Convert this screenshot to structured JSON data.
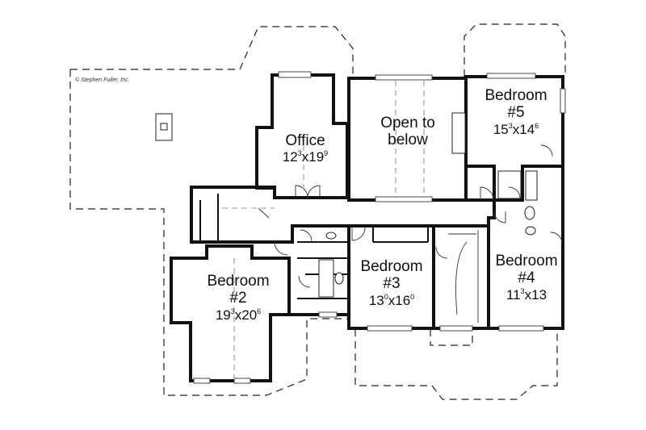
{
  "copyright": "© Stephen Fuller, Inc.",
  "rooms": {
    "office": {
      "name": "Office",
      "dim_w": "12",
      "dim_w_sup": "3",
      "dim_sep": "x",
      "dim_l": "19",
      "dim_l_sup": "9"
    },
    "open_to_below": {
      "line1": "Open to",
      "line2": "below"
    },
    "bedroom5": {
      "name": "Bedroom",
      "number": "#5",
      "dim_w": "15",
      "dim_w_sup": "3",
      "dim_sep": "x",
      "dim_l": "14",
      "dim_l_sup": "6"
    },
    "bedroom2": {
      "name": "Bedroom",
      "number": "#2",
      "dim_w": "19",
      "dim_w_sup": "3",
      "dim_sep": "x",
      "dim_l": "20",
      "dim_l_sup": "6"
    },
    "bedroom3": {
      "name": "Bedroom",
      "number": "#3",
      "dim_w": "13",
      "dim_w_sup": "0",
      "dim_sep": "x",
      "dim_l": "16",
      "dim_l_sup": "0"
    },
    "bedroom4": {
      "name": "Bedroom",
      "number": "#4",
      "dim_w": "11",
      "dim_w_sup": "3",
      "dim_sep": "x",
      "dim_l": "13",
      "dim_l_sup": ""
    }
  }
}
